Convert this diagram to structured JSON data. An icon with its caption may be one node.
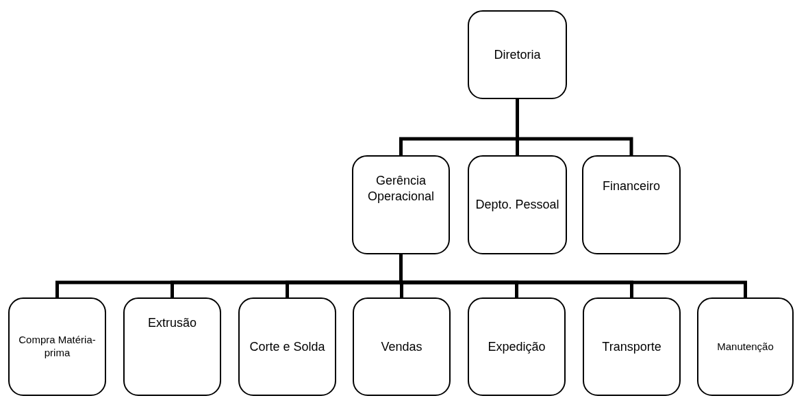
{
  "diagram": {
    "nodes": [
      {
        "text": [
          "Diretoria"
        ]
      },
      {
        "text": [
          "Gerência Operacional"
        ]
      },
      {
        "text": [
          "Depto. Pessoal"
        ]
      },
      {
        "text": [
          "Financeiro"
        ]
      },
      {
        "text": [
          "Compra Matéria-prima"
        ]
      },
      {
        "text": [
          "Extrusão"
        ]
      },
      {
        "text": [
          "Corte e Solda"
        ]
      },
      {
        "text": [
          "Vendas"
        ]
      },
      {
        "text": [
          "Expedição"
        ]
      },
      {
        "text": [
          "Transporte"
        ]
      },
      {
        "text": [
          "Manutenção"
        ]
      }
    ],
    "edges": [
      {
        "from": 0,
        "to": 1,
        "arrow": "none"
      },
      {
        "from": 0,
        "to": 2,
        "arrow": "none"
      },
      {
        "from": 0,
        "to": 3,
        "arrow": "none"
      },
      {
        "from": 1,
        "to": 4,
        "arrow": "none"
      },
      {
        "from": 1,
        "to": 5,
        "arrow": "none"
      },
      {
        "from": 1,
        "to": 6,
        "arrow": "none"
      },
      {
        "from": 1,
        "to": 7,
        "arrow": "none"
      },
      {
        "from": 1,
        "to": 8,
        "arrow": "none"
      },
      {
        "from": 1,
        "to": 9,
        "arrow": "none"
      },
      {
        "from": 1,
        "to": 10,
        "arrow": "none"
      }
    ]
  }
}
